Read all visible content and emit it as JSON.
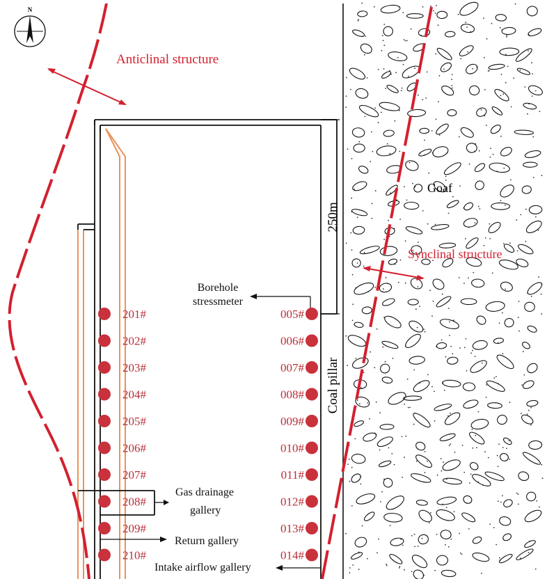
{
  "compass": {
    "label": "N",
    "icon": "north-arrow-icon"
  },
  "structures": {
    "anticline": "Anticlinal structure",
    "syncline": "Synclinal structure"
  },
  "labels": {
    "goaf": "Goaf",
    "dimension": "250m",
    "coal_pillar": "Coal pillar",
    "borehole_line1": "Borehole",
    "borehole_line2": "stressmeter",
    "gas_line1": "Gas drainage",
    "gas_line2": "gallery",
    "return": "Return gallery",
    "intake": "Intake airflow gallery"
  },
  "left_boreholes": [
    "201#",
    "202#",
    "203#",
    "204#",
    "205#",
    "206#",
    "207#",
    "208#",
    "209#",
    "210#"
  ],
  "right_boreholes": [
    "005#",
    "006#",
    "007#",
    "008#",
    "009#",
    "010#",
    "011#",
    "012#",
    "013#",
    "014#"
  ],
  "colors": {
    "structure_red": "#d3202f",
    "borehole_red": "#c9323c",
    "drainage_orange": "#e8935a",
    "line_black": "#111111"
  }
}
